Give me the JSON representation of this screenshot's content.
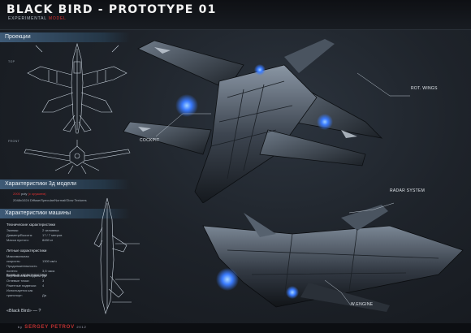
{
  "header": {
    "title": "BLACK BIRD - PROTOTYPE 01",
    "subtitle_main": "EXPERIMENTAL",
    "subtitle_accent": "MODEL"
  },
  "sections": {
    "projections": "Проекции",
    "model_specs": "Характеристики 3д модели",
    "machine_specs": "Характеристики машины"
  },
  "blueprint_labels": {
    "top": "TOP",
    "front": "FRONT"
  },
  "model_specs": {
    "polys_value": "2000",
    "polys_unit": "poly",
    "polys_note": "(с оружием)",
    "textures": "2048x1024 Diffuse/Specular/Normal/Glow Textures"
  },
  "machine": {
    "tech_head": "Технические характеристики",
    "tech": [
      {
        "k": "Экипаж:",
        "v": "2 человека"
      },
      {
        "k": "Диаметр/Высота:",
        "v": "17 / 7 метров"
      },
      {
        "k": "Масса пустого:",
        "v": "8450 кг"
      }
    ],
    "flight_head": "Летные характеристики",
    "flight": [
      {
        "k": "Максимальная скорость:",
        "v": "1300 км/ч"
      },
      {
        "k": "Продолжительность полета:",
        "v": "3,5 часа"
      },
      {
        "k": "Вертикальный подъем:",
        "v": "Да"
      }
    ],
    "combat_head": "Боевые характеристики",
    "combat": [
      {
        "k": "Огневые точки:",
        "v": "3"
      },
      {
        "k": "Ракетные подвески:",
        "v": "4"
      },
      {
        "k": "Используется как транспорт:",
        "v": "Да"
      }
    ],
    "question": "«Black Bird» — ?"
  },
  "callouts": {
    "cockpit": "COCKPIT",
    "rot_wings": "ROT. WINGS",
    "radar": "RADAR SYSTEM",
    "engine": "W.ENGINE"
  },
  "footer": {
    "by": "by",
    "author": "SERGEY PETROV",
    "year": "2012"
  },
  "colors": {
    "accent_red": "#e03030",
    "panel_blue": "#3e5a76",
    "engine_glow": "#3a7bff"
  }
}
